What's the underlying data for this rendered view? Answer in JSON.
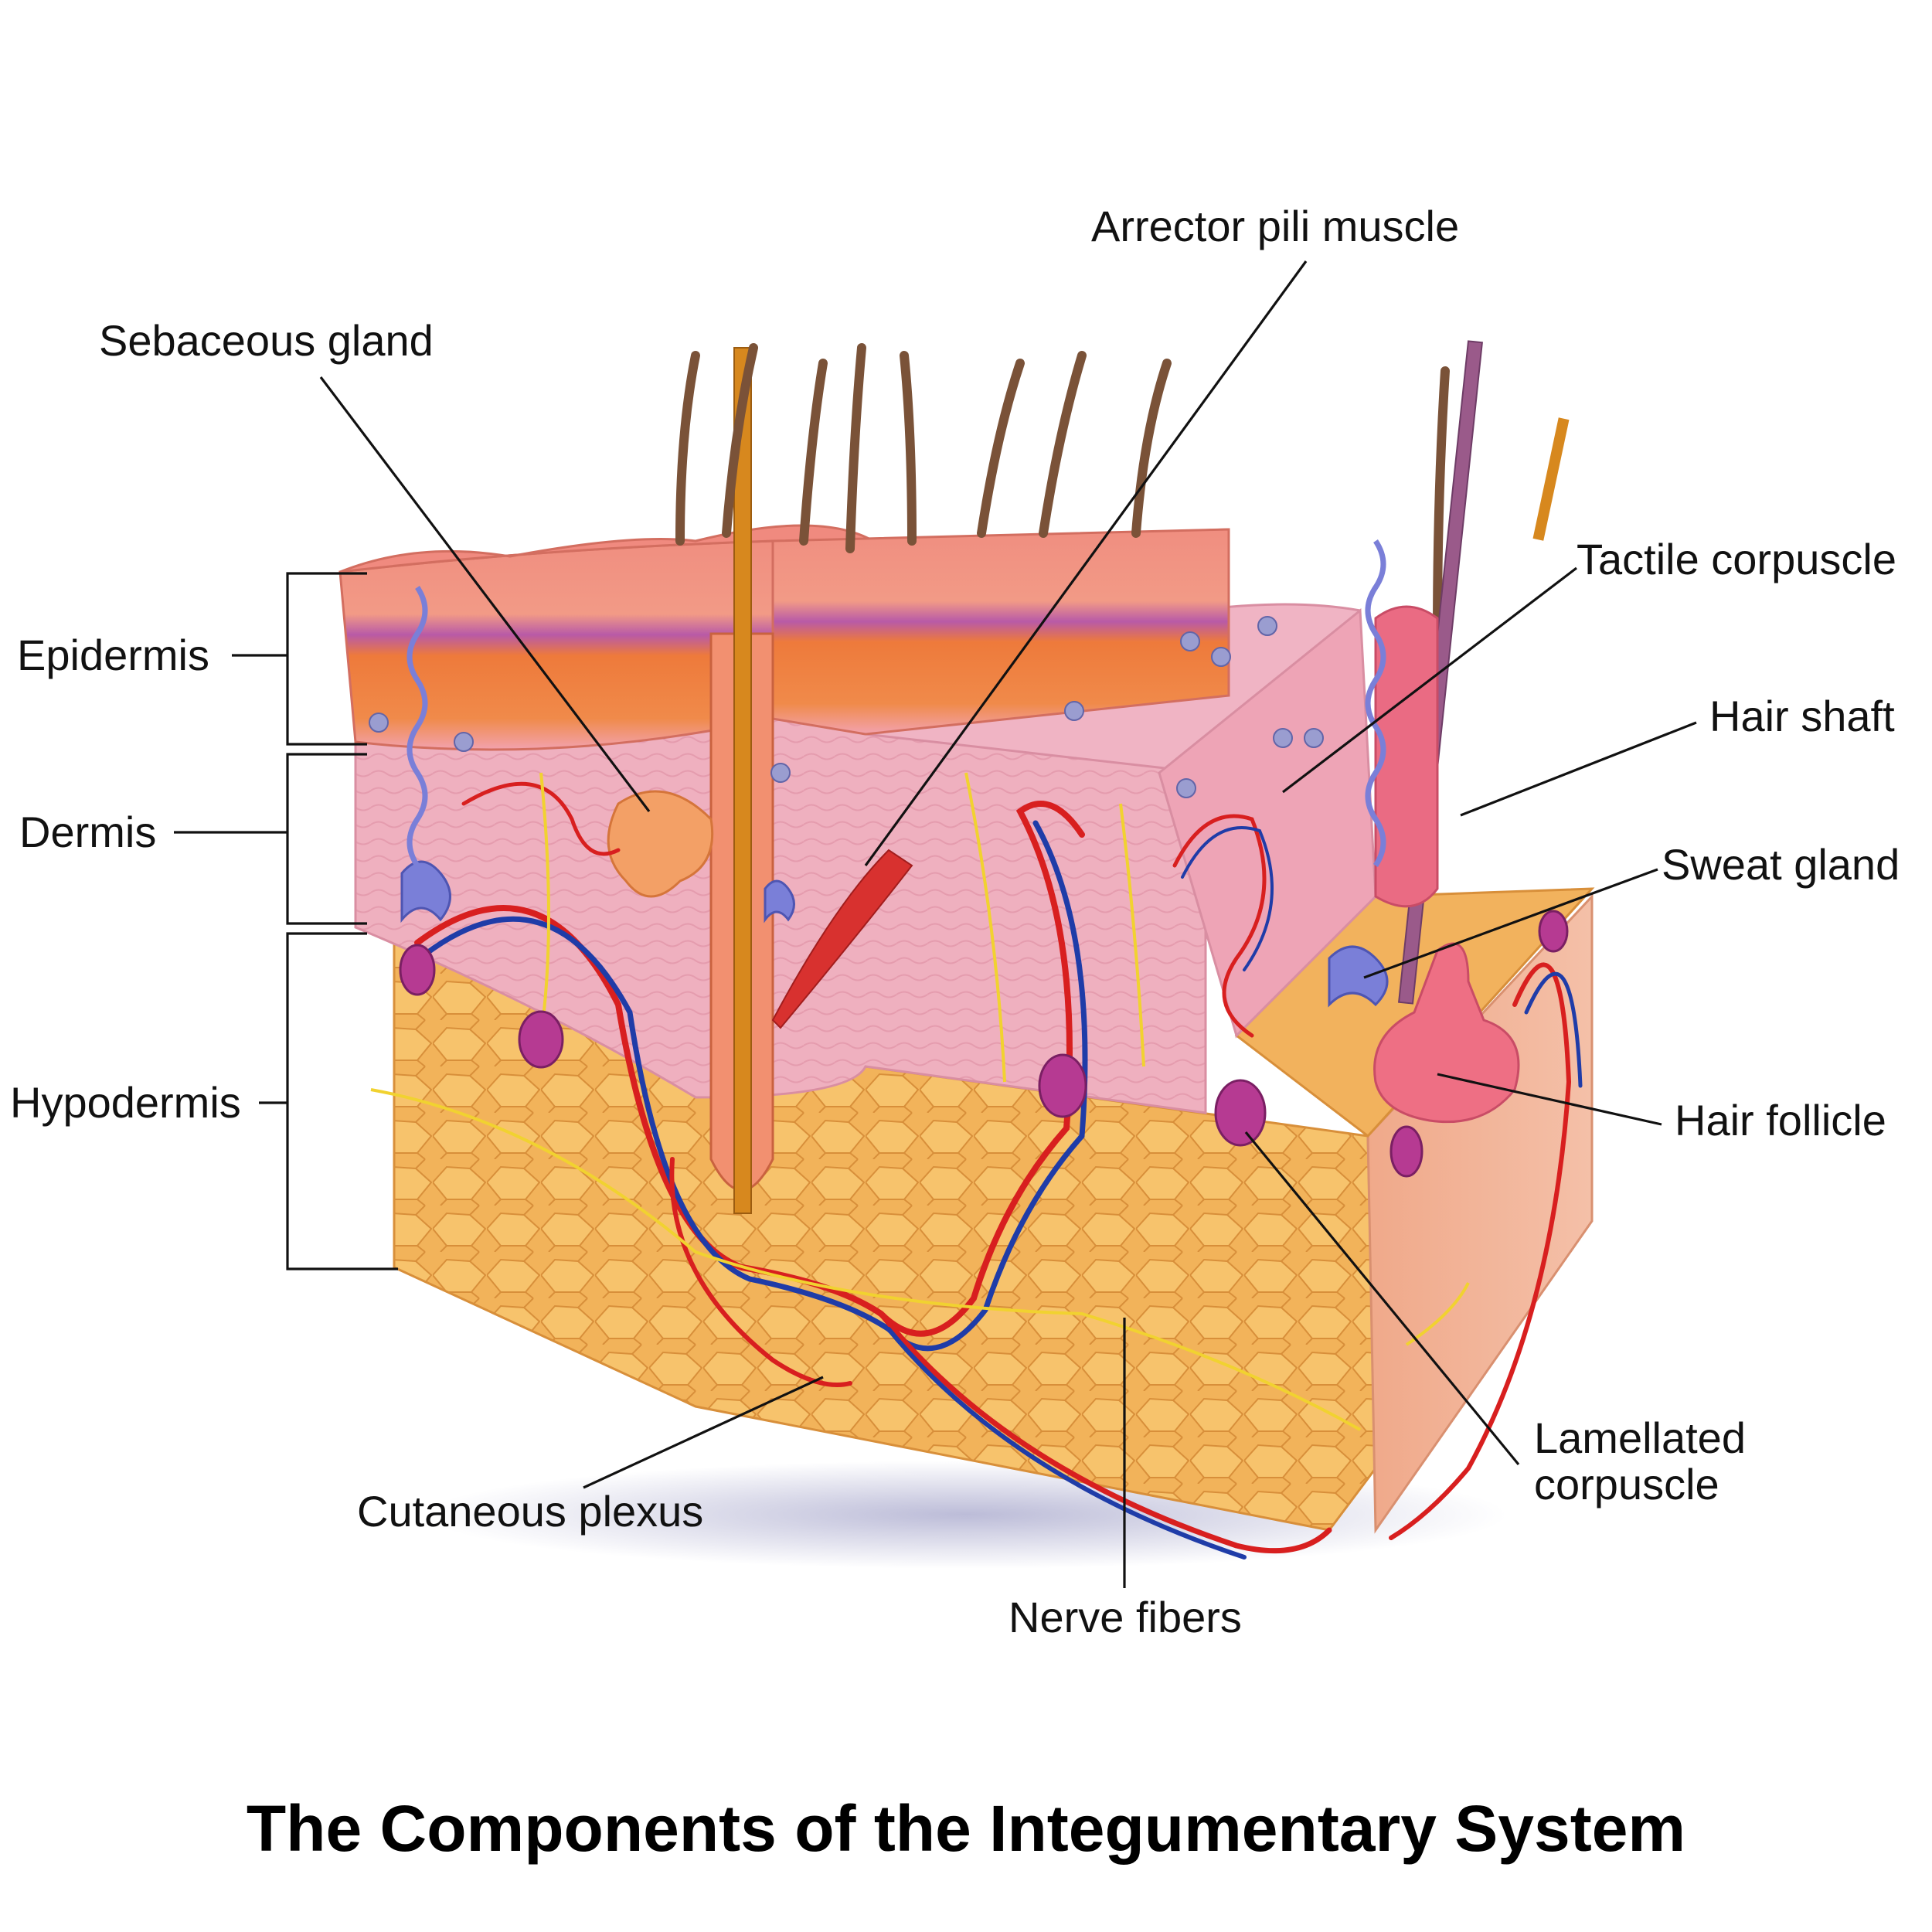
{
  "title": "The Components of the Integumentary System",
  "labels": {
    "epidermis": "Epidermis",
    "dermis": "Dermis",
    "hypodermis": "Hypodermis",
    "sebaceous_gland": "Sebaceous gland",
    "arrector_pili_muscle": "Arrector pili muscle",
    "tactile_corpuscle": "Tactile corpuscle",
    "hair_shaft": "Hair shaft",
    "sweat_gland": "Sweat gland",
    "hair_follicle": "Hair follicle",
    "lamellated_corpuscle": [
      "Lamellated",
      "corpuscle"
    ],
    "cutaneous_plexus": "Cutaneous plexus",
    "nerve_fibers": "Nerve fibers"
  },
  "colors": {
    "epidermis": "#f19a86",
    "dermis": "#f3b2bf",
    "hypodermis": "#f2b35a",
    "artery": "#d81f1f",
    "vein": "#1f3ca8",
    "nerve": "#f1d230",
    "hair": "#7a5238"
  }
}
